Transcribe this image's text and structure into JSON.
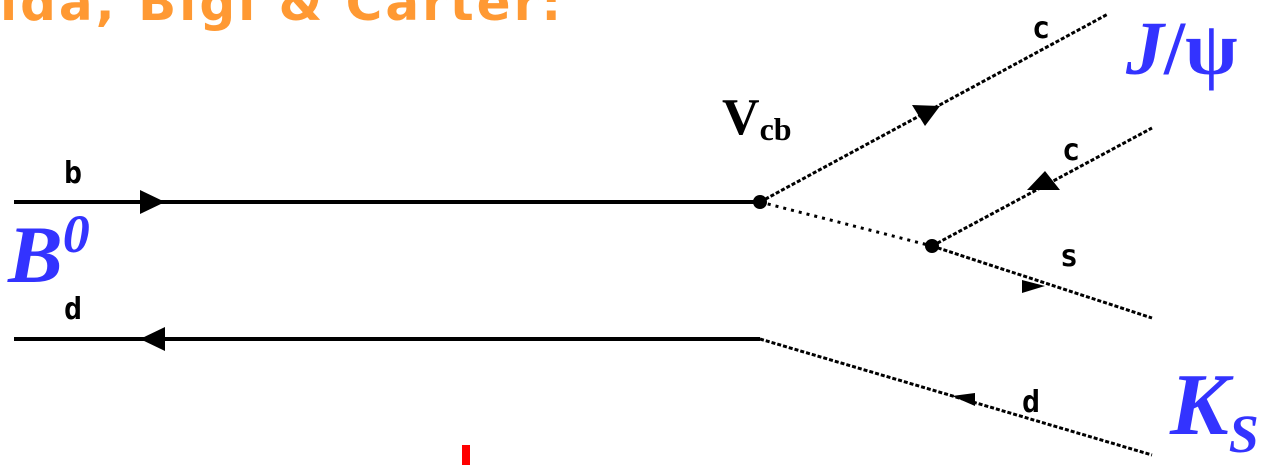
{
  "title": "ida, Bigi & Carter:",
  "diagram": {
    "vertex_label": "V",
    "vertex_sub": "cb",
    "quarks": {
      "b": "b",
      "d_in": "d",
      "c_top": "c",
      "c_mid": "c",
      "s": "s",
      "d_out": "d"
    },
    "hadrons": {
      "b0": "B",
      "b0_sup": "0",
      "jpsi_j": "J",
      "jpsi_slash": "/",
      "jpsi_psi": "ψ",
      "ks": "K",
      "ks_sub": "S"
    }
  },
  "colors": {
    "title": "#ff9933",
    "hadron": "#3333ff",
    "line": "#000000",
    "mark": "#ff0000"
  }
}
